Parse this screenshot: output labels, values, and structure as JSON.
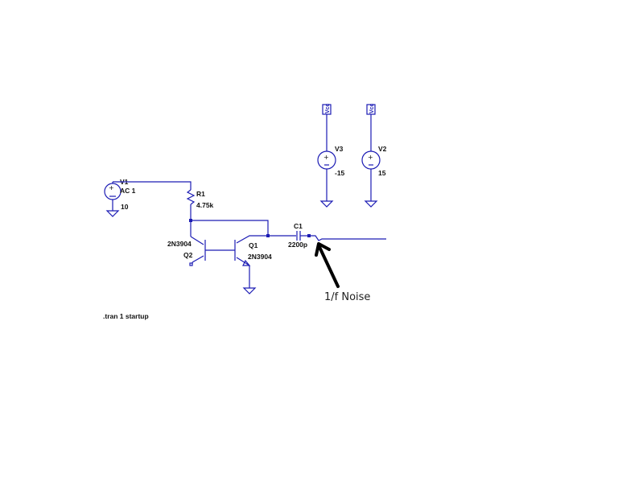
{
  "schematic": {
    "v1": {
      "name": "V1",
      "value": "AC 1",
      "dc": "10"
    },
    "r1": {
      "name": "R1",
      "value": "4.75k"
    },
    "q2": {
      "name": "Q2",
      "model": "2N3904"
    },
    "q1": {
      "name": "Q1",
      "model": "2N3904"
    },
    "c1": {
      "name": "C1",
      "value": "2200p"
    },
    "v3": {
      "name": "V3",
      "value": "-15",
      "net": "Vcc"
    },
    "v2": {
      "name": "V2",
      "value": "15",
      "net": "Vcc"
    },
    "directive": ".tran 1 startup",
    "annotation": "1/f Noise"
  },
  "colors": {
    "wire": "#1c1cb4",
    "text": "#111111",
    "arrow": "#000000"
  }
}
